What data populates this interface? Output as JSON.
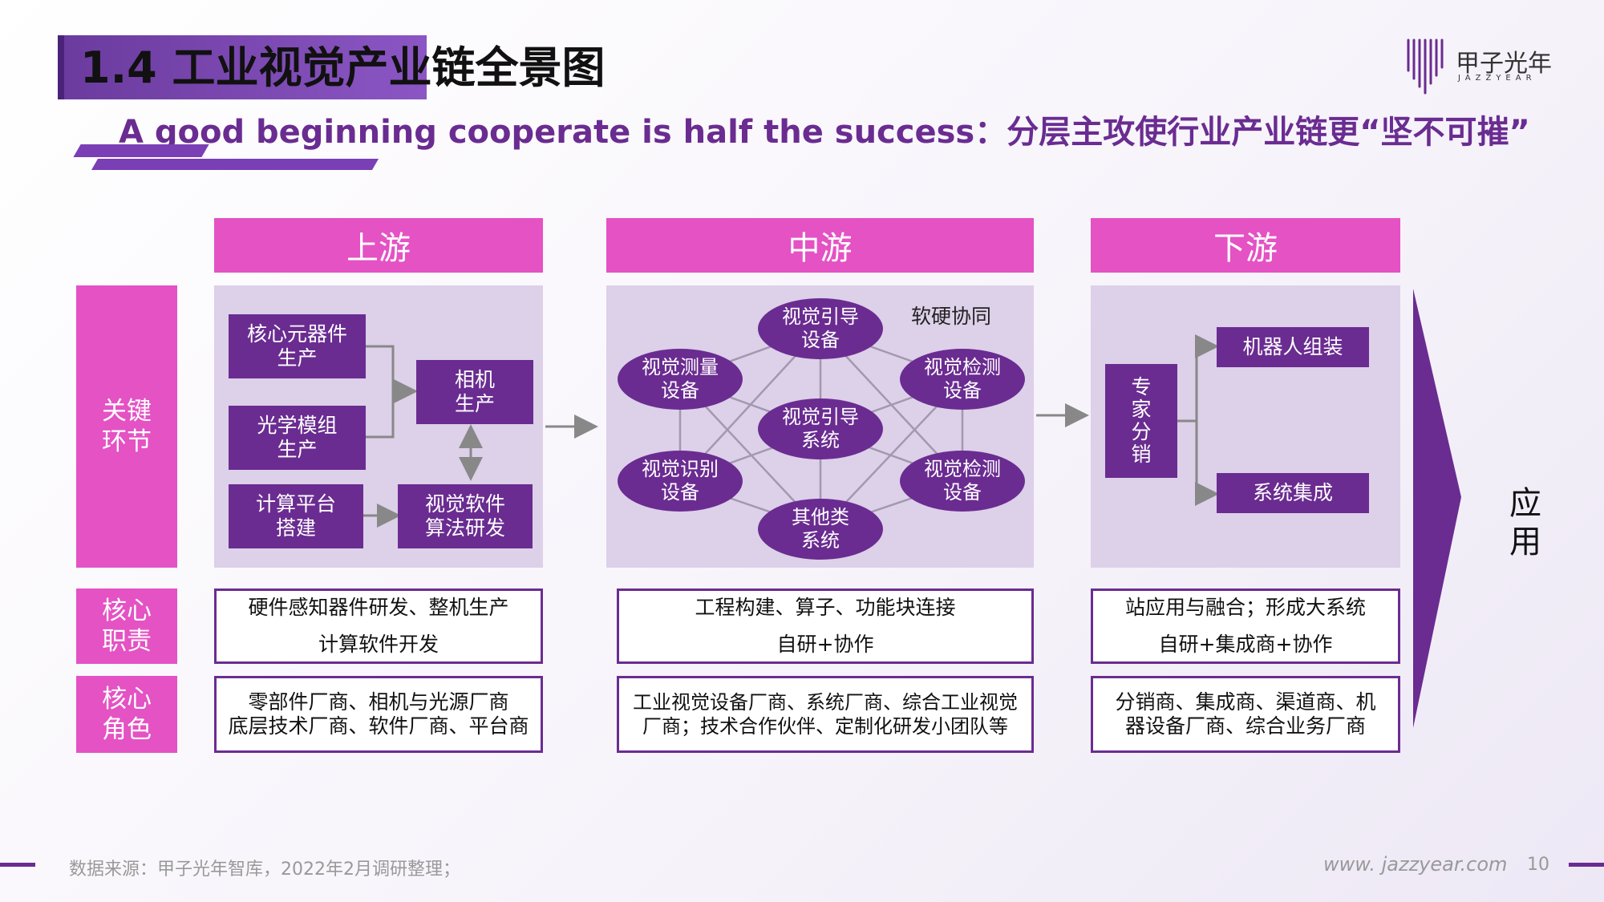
{
  "header": {
    "title": "1.4 工业视觉产业链全景图",
    "subtitle": "A good beginning cooperate is half  the success：分层主攻使行业产业链更“坚不可摧”"
  },
  "logo": {
    "name_cn": "甲子光年",
    "name_en": "JAZZYEAR"
  },
  "diagram": {
    "stages": [
      "上游",
      "中游",
      "下游"
    ],
    "row_labels": {
      "key": "关键\n环节",
      "duty": "核心\n职责",
      "role": "核心\n角色"
    },
    "upstream": {
      "core_components": "核心元器件\n生产",
      "optical_module": "光学模组\n生产",
      "camera": "相机\n生产",
      "computing": "计算平台\n搭建",
      "software": "视觉软件\n算法研发"
    },
    "midstream": {
      "collab_label": "软硬协同",
      "guide_device": "视觉引导\n设备",
      "measure_device": "视觉测量\n设备",
      "detect_device_top": "视觉检测\n设备",
      "guide_system": "视觉引导\n系统",
      "recognition_device": "视觉识别\n设备",
      "detect_device_bottom": "视觉检测\n设备",
      "other_system": "其他类\n系统"
    },
    "downstream": {
      "expert_distribution": "专\n家\n分\n销",
      "robot_assembly": "机器人组装",
      "system_integration": "系统集成"
    },
    "application": "应\n用",
    "duties": {
      "upstream": [
        "硬件感知器件研发、整机生产",
        "计算软件开发"
      ],
      "midstream": [
        "工程构建、算子、功能块连接",
        "自研+协作"
      ],
      "downstream": [
        "站应用与融合；形成大系统",
        "自研+集成商+协作"
      ]
    },
    "roles": {
      "upstream": [
        "零部件厂商、相机与光源厂商",
        "底层技术厂商、软件厂商、平台商"
      ],
      "midstream": [
        "工业视觉设备厂商、系统厂商、综合工业视觉",
        "厂商；技术合作伙伴、定制化研发小团队等"
      ],
      "downstream": [
        "分销商、集成商、渠道商、机",
        "器设备厂商、综合业务厂商"
      ]
    }
  },
  "footer": {
    "source": "数据来源：甲子光年智库，2022年2月调研整理；",
    "url": "www. jazzyear.com",
    "page": "10"
  },
  "colors": {
    "purple": "#6a2c91",
    "pink": "#e452c4",
    "panel": "#ddd0e9"
  }
}
